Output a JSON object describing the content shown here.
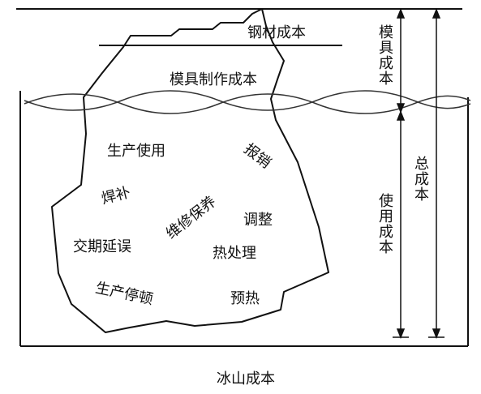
{
  "labels": {
    "steel_cost": "钢材成本",
    "mold_making_cost": "模具制作成本",
    "production_use": "生产使用",
    "scrap": "报销",
    "welding_repair": "焊补",
    "maintenance": "维修保养",
    "adjustment": "调整",
    "delivery_delay": "交期延误",
    "heat_treatment": "热处理",
    "production_halt": "生产停顿",
    "preheating": "预热"
  },
  "dimensions": {
    "mold_cost": "模具成本",
    "usage_cost": "使用成本",
    "total_cost": "总成本"
  },
  "caption": "冰山成本",
  "colors": {
    "line": "#111111",
    "background": "#ffffff"
  }
}
